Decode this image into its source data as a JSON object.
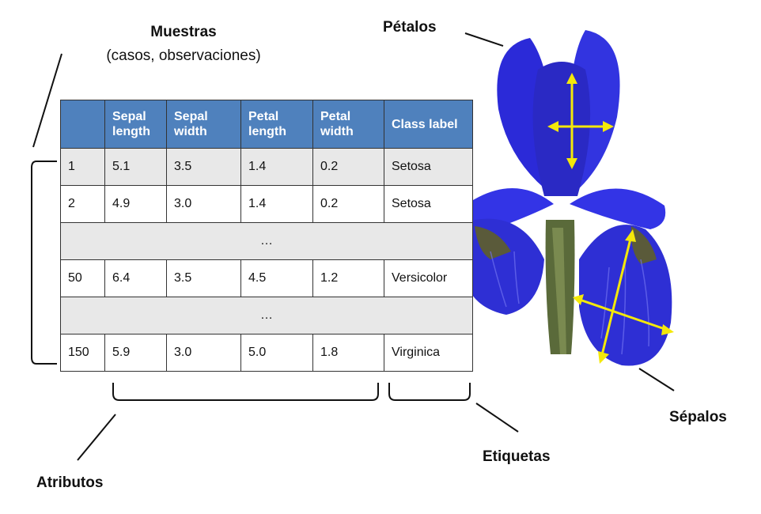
{
  "labels": {
    "muestras_title": "Muestras",
    "muestras_subtitle": "(casos, observaciones)",
    "petalos": "Pétalos",
    "sepalos": "Sépalos",
    "etiquetas": "Etiquetas",
    "atributos": "Atributos"
  },
  "table": {
    "headers": [
      "",
      "Sepal length",
      "Sepal width",
      "Petal length",
      "Petal width",
      "Class label"
    ],
    "rows": [
      [
        "1",
        "5.1",
        "3.5",
        "1.4",
        "0.2",
        "Setosa"
      ],
      [
        "2",
        "4.9",
        "3.0",
        "1.4",
        "0.2",
        "Setosa"
      ],
      [
        "…"
      ],
      [
        "50",
        "6.4",
        "3.5",
        "4.5",
        "1.2",
        "Versicolor"
      ],
      [
        "…"
      ],
      [
        "150",
        "5.9",
        "3.0",
        "5.0",
        "1.8",
        "Virginica"
      ]
    ]
  },
  "colors": {
    "header_bg": "#4f81bd",
    "row_shade": "#e8e8e8",
    "flower_blue": "#2b2ad8",
    "arrow_yellow": "#f4e80a",
    "stem_green": "#5a6a3a"
  },
  "icons": {
    "flower": "iris-flower-illustration"
  }
}
